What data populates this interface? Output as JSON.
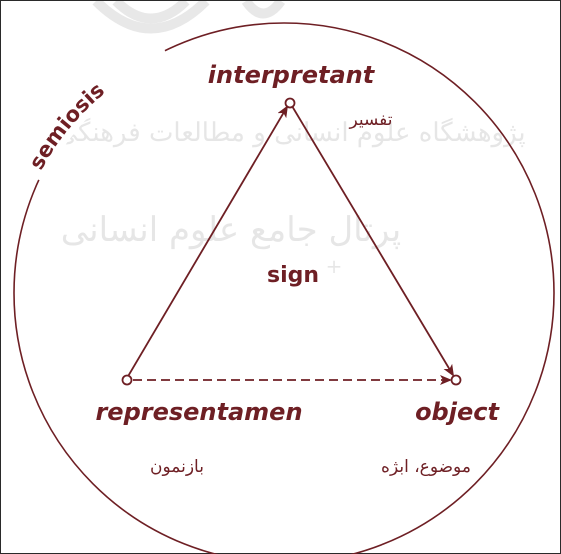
{
  "colors": {
    "ink": "#6e1f24",
    "watermark": "#d2d2d2"
  },
  "circle_label": "semiosis",
  "center_label": "sign",
  "nodes": {
    "interpretant": {
      "label": "interpretant",
      "translation": "تفسیر"
    },
    "representamen": {
      "label": "representamen",
      "translation": "بازنمون"
    },
    "object": {
      "label": "object",
      "translation": "موضوع، ابژه"
    }
  },
  "watermark": {
    "line1": "پژوهشگاه علوم انسانی و مطالعات فرهنگی",
    "line2": "پرتال جامع علوم انسانی"
  }
}
